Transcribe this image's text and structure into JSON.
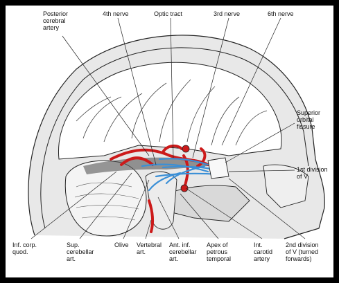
{
  "labels": {
    "posterior_cerebral_artery": "Posterior\ncerebral\nartery",
    "fourth_nerve": "4th nerve",
    "optic_tract": "Optic tract",
    "third_nerve": "3rd nerve",
    "sixth_nerve": "6th nerve",
    "superior_orbital_fissure": "Superior\norbital\nfissure",
    "first_division_v": "1st division\nof V",
    "inf_corp_quod": "Inf. corp.\nquod.",
    "sup_cerebellar_art": "Sup.\ncerebellar\nart.",
    "olive": "Olive",
    "vertebral_art": "Vertebral\nart.",
    "ant_inf_cerebellar_art": "Ant. inf.\ncerebellar\nart.",
    "apex_petrous_temporal": "Apex of\npetrous\ntemporal",
    "int_carotid_artery": "Int.\ncarotid\nartery",
    "second_division_v": "2nd division\nof V (turned\nforwards)"
  },
  "colors": {
    "artery": "#cc1a1a",
    "nerve": "#3a8fd6",
    "line": "#222222"
  }
}
